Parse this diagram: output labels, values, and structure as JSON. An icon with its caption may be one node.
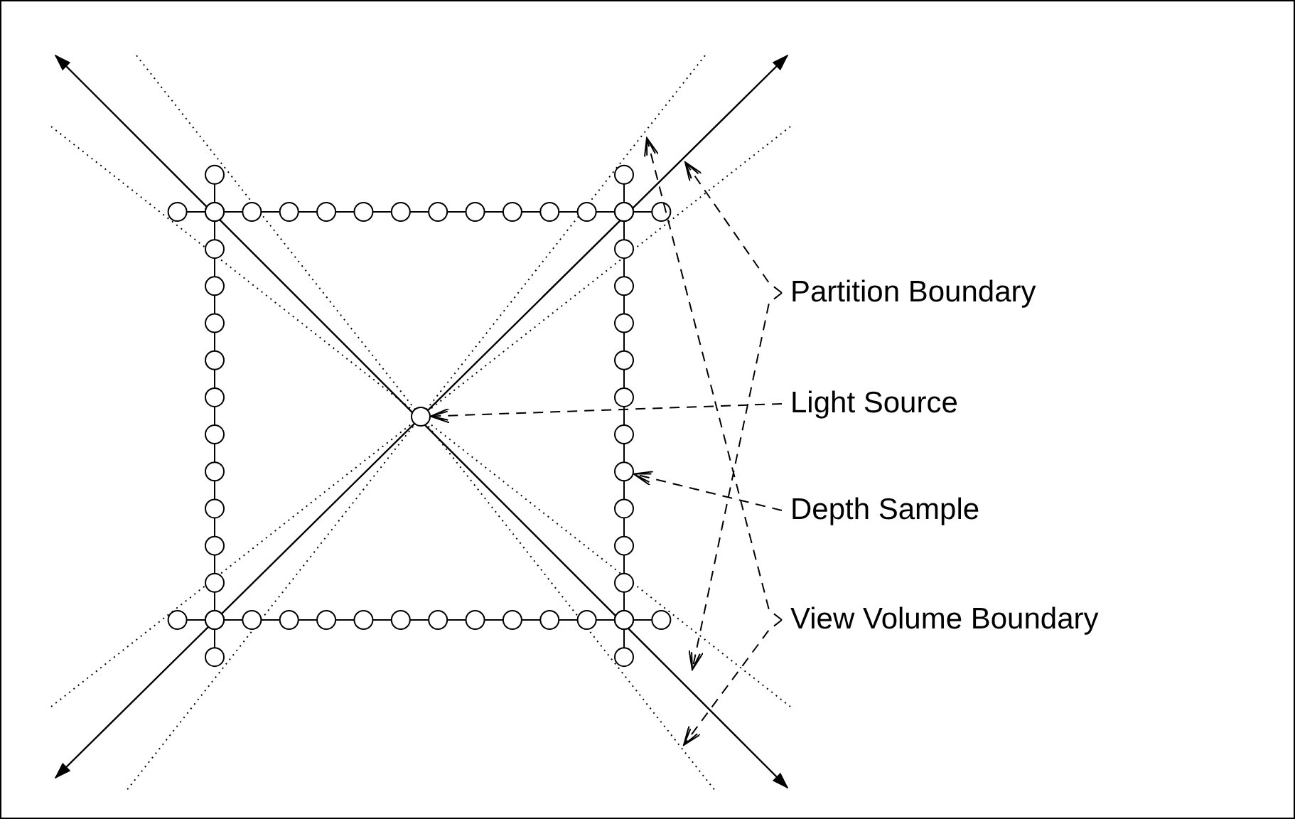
{
  "diagram": {
    "nodes": [
      {
        "text": [
          "Partition Boundary"
        ]
      },
      {
        "text": [
          "Light Source"
        ]
      },
      {
        "text": [
          "Depth Sample"
        ]
      },
      {
        "text": [
          "View Volume Boundary"
        ]
      },
      {
        "text": [],
        "shape": "circle"
      },
      {
        "text": [],
        "shape": "circle"
      }
    ],
    "edges": [
      {
        "from": 0,
        "to": null,
        "arrow": "to",
        "style": "dashed"
      },
      {
        "from": 0,
        "to": null,
        "arrow": "to",
        "style": "dashed"
      },
      {
        "from": 1,
        "to": 4,
        "arrow": "to",
        "style": "dashed"
      },
      {
        "from": 2,
        "to": 5,
        "arrow": "to",
        "style": "dashed"
      },
      {
        "from": 3,
        "to": null,
        "arrow": "to",
        "style": "dashed"
      },
      {
        "from": 3,
        "to": null,
        "arrow": "to",
        "style": "dashed"
      }
    ]
  }
}
